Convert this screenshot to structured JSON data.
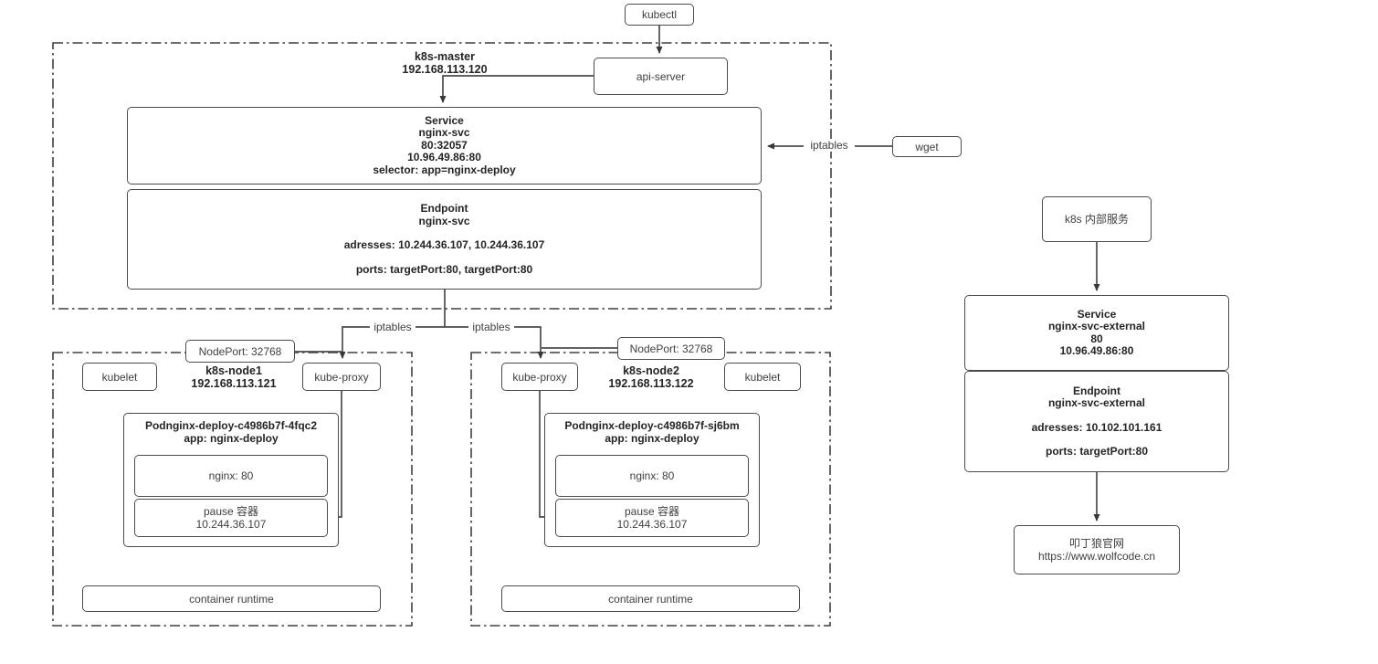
{
  "labels": {
    "kubectl": "kubectl",
    "api_server": "api-server",
    "wget": "wget",
    "iptables": "iptables",
    "nodeport": "NodePort: 32768",
    "kubelet": "kubelet",
    "kube_proxy": "kube-proxy",
    "container_runtime": "container runtime",
    "internal_service": "k8s 内部服务"
  },
  "master": {
    "name": "k8s-master",
    "ip": "192.168.113.120",
    "service": {
      "type": "Service",
      "name": "nginx-svc",
      "ports": "80:32057",
      "ip": "10.96.49.86:80",
      "selector": "selector: app=nginx-deploy"
    },
    "endpoint": {
      "type": "Endpoint",
      "name": "nginx-svc",
      "addresses": "adresses: 10.244.36.107, 10.244.36.107",
      "ports": "ports: targetPort:80, targetPort:80"
    }
  },
  "node1": {
    "name": "k8s-node1",
    "ip": "192.168.113.121",
    "pod": {
      "title": "Podnginx-deploy-c4986b7f-4fqc2",
      "app": "app: nginx-deploy",
      "container": "nginx: 80",
      "pause": "pause 容器",
      "pause_ip": "10.244.36.107"
    }
  },
  "node2": {
    "name": "k8s-node2",
    "ip": "192.168.113.122",
    "pod": {
      "title": "Podnginx-deploy-c4986b7f-sj6bm",
      "app": "app: nginx-deploy",
      "container": "nginx: 80",
      "pause": "pause 容器",
      "pause_ip": "10.244.36.107"
    }
  },
  "external": {
    "entry": "k8s 内部服务",
    "service": {
      "type": "Service",
      "name": "nginx-svc-external",
      "ports": "80",
      "ip": "10.96.49.86:80"
    },
    "endpoint": {
      "type": "Endpoint",
      "name": "nginx-svc-external",
      "addresses": "adresses: 10.102.101.161",
      "ports": "ports: targetPort:80"
    },
    "site": {
      "line1": "叩丁狼官网",
      "line2": "https://www.wolfcode.cn"
    }
  },
  "colors": {
    "line": "#4b4b4b",
    "text": "#3f3f3f",
    "bold_text": "#242424",
    "background": "#ffffff"
  }
}
